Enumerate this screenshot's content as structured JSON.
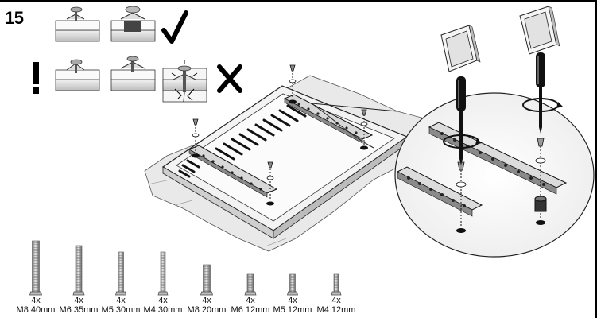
{
  "step": {
    "number": "15"
  },
  "warning": {
    "symbol": "!"
  },
  "screws": [
    {
      "qty": "4x",
      "size": "M8 40mm",
      "len": 64,
      "w": 9
    },
    {
      "qty": "4x",
      "size": "M6 35mm",
      "len": 58,
      "w": 8
    },
    {
      "qty": "4x",
      "size": "M5 30mm",
      "len": 50,
      "w": 7
    },
    {
      "qty": "4x",
      "size": "M4 30mm",
      "len": 50,
      "w": 6
    },
    {
      "qty": "4x",
      "size": "M8 20mm",
      "len": 34,
      "w": 9
    },
    {
      "qty": "4x",
      "size": "M6 12mm",
      "len": 22,
      "w": 8
    },
    {
      "qty": "4x",
      "size": "M5 12mm",
      "len": 22,
      "w": 7
    },
    {
      "qty": "4x",
      "size": "M4 12mm",
      "len": 22,
      "w": 6
    }
  ]
}
